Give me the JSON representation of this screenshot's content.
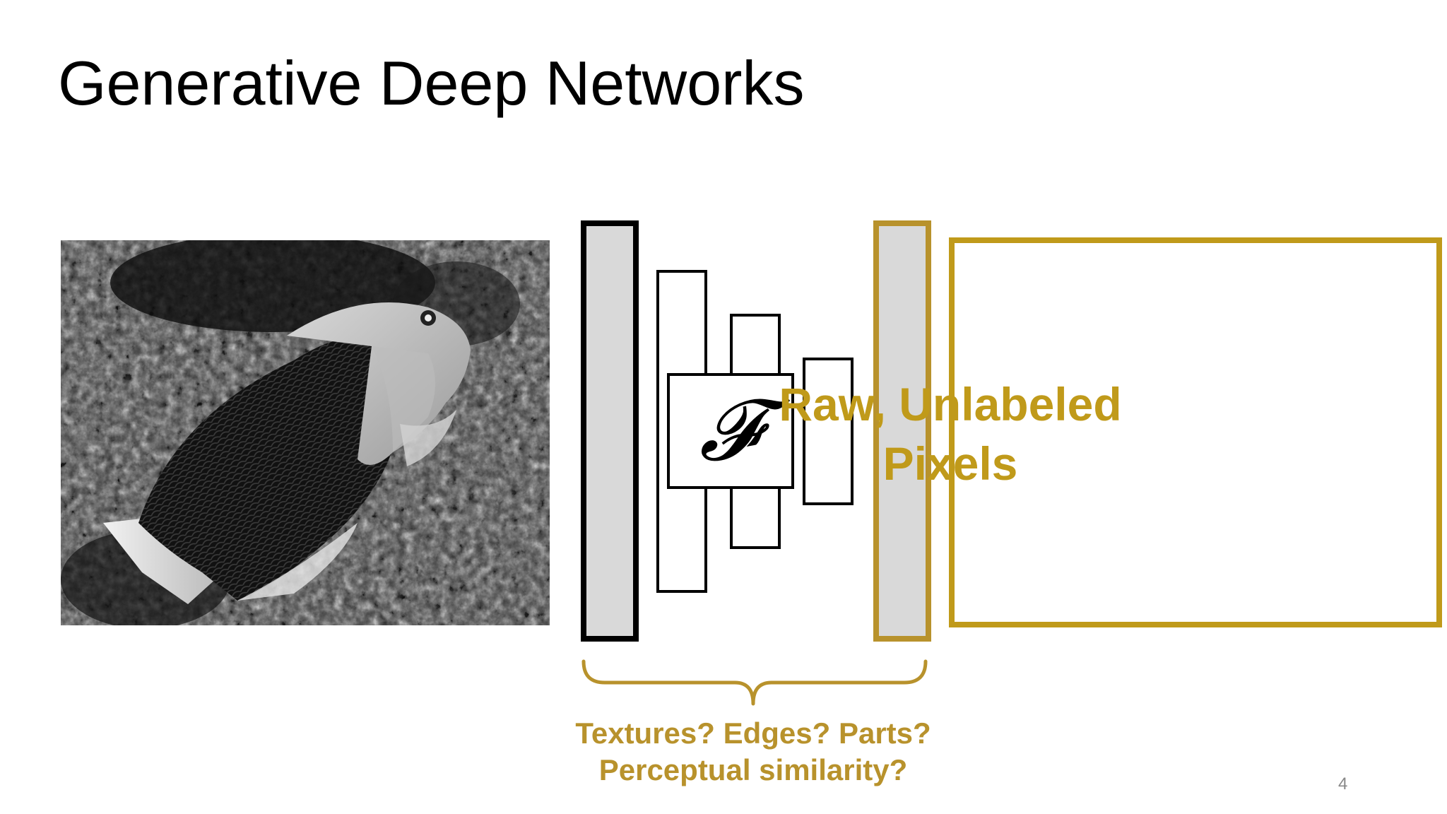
{
  "slide": {
    "title": "Generative Deep Networks",
    "page_number": "4"
  },
  "diagram": {
    "function_symbol": "𝓕",
    "output_label_line1": "Raw, Unlabeled",
    "output_label_line2": "Pixels",
    "question_line1": "Textures? Edges? Parts?",
    "question_line2": "Perceptual similarity?"
  },
  "colors": {
    "accent_gold": "#c09a1a",
    "text_gold": "#b8922c",
    "layer_fill": "#d9d9d9",
    "black": "#000000"
  },
  "icons": {
    "input_image": "grayscale-fish-photo"
  }
}
